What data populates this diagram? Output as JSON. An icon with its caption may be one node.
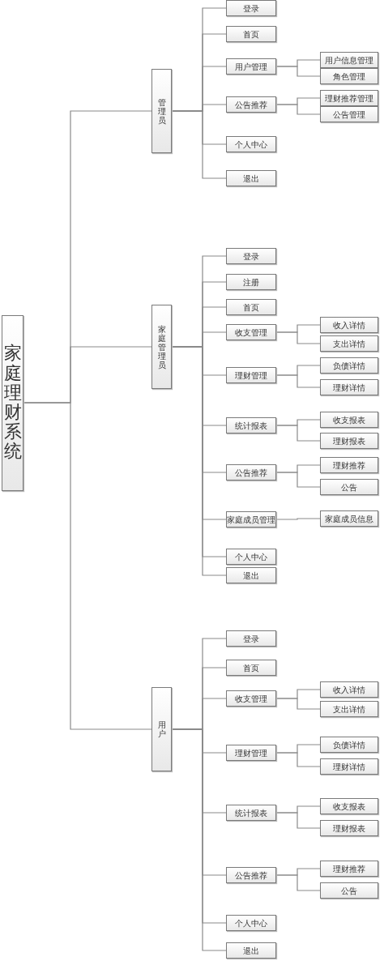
{
  "diagram": {
    "nodes": [
      {
        "text": [
          "家庭理财系统"
        ]
      },
      {
        "text": [
          "管理员"
        ]
      },
      {
        "text": [
          "登录"
        ]
      },
      {
        "text": [
          "首页"
        ]
      },
      {
        "text": [
          "用户管理"
        ]
      },
      {
        "text": [
          "用户信息管理"
        ]
      },
      {
        "text": [
          "角色管理"
        ]
      },
      {
        "text": [
          "公告推荐"
        ]
      },
      {
        "text": [
          "理财推荐管理"
        ]
      },
      {
        "text": [
          "公告管理"
        ]
      },
      {
        "text": [
          "个人中心"
        ]
      },
      {
        "text": [
          "退出"
        ]
      },
      {
        "text": [
          "家庭管理员"
        ]
      },
      {
        "text": [
          "登录"
        ]
      },
      {
        "text": [
          "注册"
        ]
      },
      {
        "text": [
          "首页"
        ]
      },
      {
        "text": [
          "收支管理"
        ]
      },
      {
        "text": [
          "收入详情"
        ]
      },
      {
        "text": [
          "支出详情"
        ]
      },
      {
        "text": [
          "理财管理"
        ]
      },
      {
        "text": [
          "负债详情"
        ]
      },
      {
        "text": [
          "理财详情"
        ]
      },
      {
        "text": [
          "统计报表"
        ]
      },
      {
        "text": [
          "收支报表"
        ]
      },
      {
        "text": [
          "理财报表"
        ]
      },
      {
        "text": [
          "公告推荐"
        ]
      },
      {
        "text": [
          "理财推荐"
        ]
      },
      {
        "text": [
          "公告"
        ]
      },
      {
        "text": [
          "家庭成员管理"
        ]
      },
      {
        "text": [
          "家庭成员信息"
        ]
      },
      {
        "text": [
          "个人中心"
        ]
      },
      {
        "text": [
          "退出"
        ]
      },
      {
        "text": [
          "用户"
        ]
      },
      {
        "text": [
          "登录"
        ]
      },
      {
        "text": [
          "首页"
        ]
      },
      {
        "text": [
          "收支管理"
        ]
      },
      {
        "text": [
          "收入详情"
        ]
      },
      {
        "text": [
          "支出详情"
        ]
      },
      {
        "text": [
          "理财管理"
        ]
      },
      {
        "text": [
          "负债详情"
        ]
      },
      {
        "text": [
          "理财详情"
        ]
      },
      {
        "text": [
          "统计报表"
        ]
      },
      {
        "text": [
          "收支报表"
        ]
      },
      {
        "text": [
          "理财报表"
        ]
      },
      {
        "text": [
          "公告推荐"
        ]
      },
      {
        "text": [
          "理财推荐"
        ]
      },
      {
        "text": [
          "公告"
        ]
      },
      {
        "text": [
          "个人中心"
        ]
      },
      {
        "text": [
          "退出"
        ]
      }
    ],
    "edges": [
      {
        "from": 0,
        "to": 1,
        "arrow": "none"
      },
      {
        "from": 0,
        "to": 12,
        "arrow": "none"
      },
      {
        "from": 0,
        "to": 32,
        "arrow": "none"
      },
      {
        "from": 1,
        "to": 2,
        "arrow": "none"
      },
      {
        "from": 1,
        "to": 3,
        "arrow": "none"
      },
      {
        "from": 1,
        "to": 4,
        "arrow": "none"
      },
      {
        "from": 1,
        "to": 7,
        "arrow": "none"
      },
      {
        "from": 1,
        "to": 10,
        "arrow": "none"
      },
      {
        "from": 1,
        "to": 11,
        "arrow": "none"
      },
      {
        "from": 4,
        "to": 5,
        "arrow": "none"
      },
      {
        "from": 4,
        "to": 6,
        "arrow": "none"
      },
      {
        "from": 7,
        "to": 8,
        "arrow": "none"
      },
      {
        "from": 7,
        "to": 9,
        "arrow": "none"
      },
      {
        "from": 12,
        "to": 13,
        "arrow": "none"
      },
      {
        "from": 12,
        "to": 14,
        "arrow": "none"
      },
      {
        "from": 12,
        "to": 15,
        "arrow": "none"
      },
      {
        "from": 12,
        "to": 16,
        "arrow": "none"
      },
      {
        "from": 12,
        "to": 19,
        "arrow": "none"
      },
      {
        "from": 12,
        "to": 22,
        "arrow": "none"
      },
      {
        "from": 12,
        "to": 25,
        "arrow": "none"
      },
      {
        "from": 12,
        "to": 28,
        "arrow": "none"
      },
      {
        "from": 12,
        "to": 30,
        "arrow": "none"
      },
      {
        "from": 12,
        "to": 31,
        "arrow": "none"
      },
      {
        "from": 16,
        "to": 17,
        "arrow": "none"
      },
      {
        "from": 16,
        "to": 18,
        "arrow": "none"
      },
      {
        "from": 19,
        "to": 20,
        "arrow": "none"
      },
      {
        "from": 19,
        "to": 21,
        "arrow": "none"
      },
      {
        "from": 22,
        "to": 23,
        "arrow": "none"
      },
      {
        "from": 22,
        "to": 24,
        "arrow": "none"
      },
      {
        "from": 25,
        "to": 26,
        "arrow": "none"
      },
      {
        "from": 25,
        "to": 27,
        "arrow": "none"
      },
      {
        "from": 28,
        "to": 29,
        "arrow": "none"
      },
      {
        "from": 32,
        "to": 33,
        "arrow": "none"
      },
      {
        "from": 32,
        "to": 34,
        "arrow": "none"
      },
      {
        "from": 32,
        "to": 35,
        "arrow": "none"
      },
      {
        "from": 32,
        "to": 38,
        "arrow": "none"
      },
      {
        "from": 32,
        "to": 41,
        "arrow": "none"
      },
      {
        "from": 32,
        "to": 44,
        "arrow": "none"
      },
      {
        "from": 32,
        "to": 47,
        "arrow": "none"
      },
      {
        "from": 32,
        "to": 48,
        "arrow": "none"
      },
      {
        "from": 35,
        "to": 36,
        "arrow": "none"
      },
      {
        "from": 35,
        "to": 37,
        "arrow": "none"
      },
      {
        "from": 38,
        "to": 39,
        "arrow": "none"
      },
      {
        "from": 38,
        "to": 40,
        "arrow": "none"
      },
      {
        "from": 41,
        "to": 42,
        "arrow": "none"
      },
      {
        "from": 41,
        "to": 43,
        "arrow": "none"
      },
      {
        "from": 44,
        "to": 45,
        "arrow": "none"
      },
      {
        "from": 44,
        "to": 46,
        "arrow": "none"
      }
    ]
  }
}
